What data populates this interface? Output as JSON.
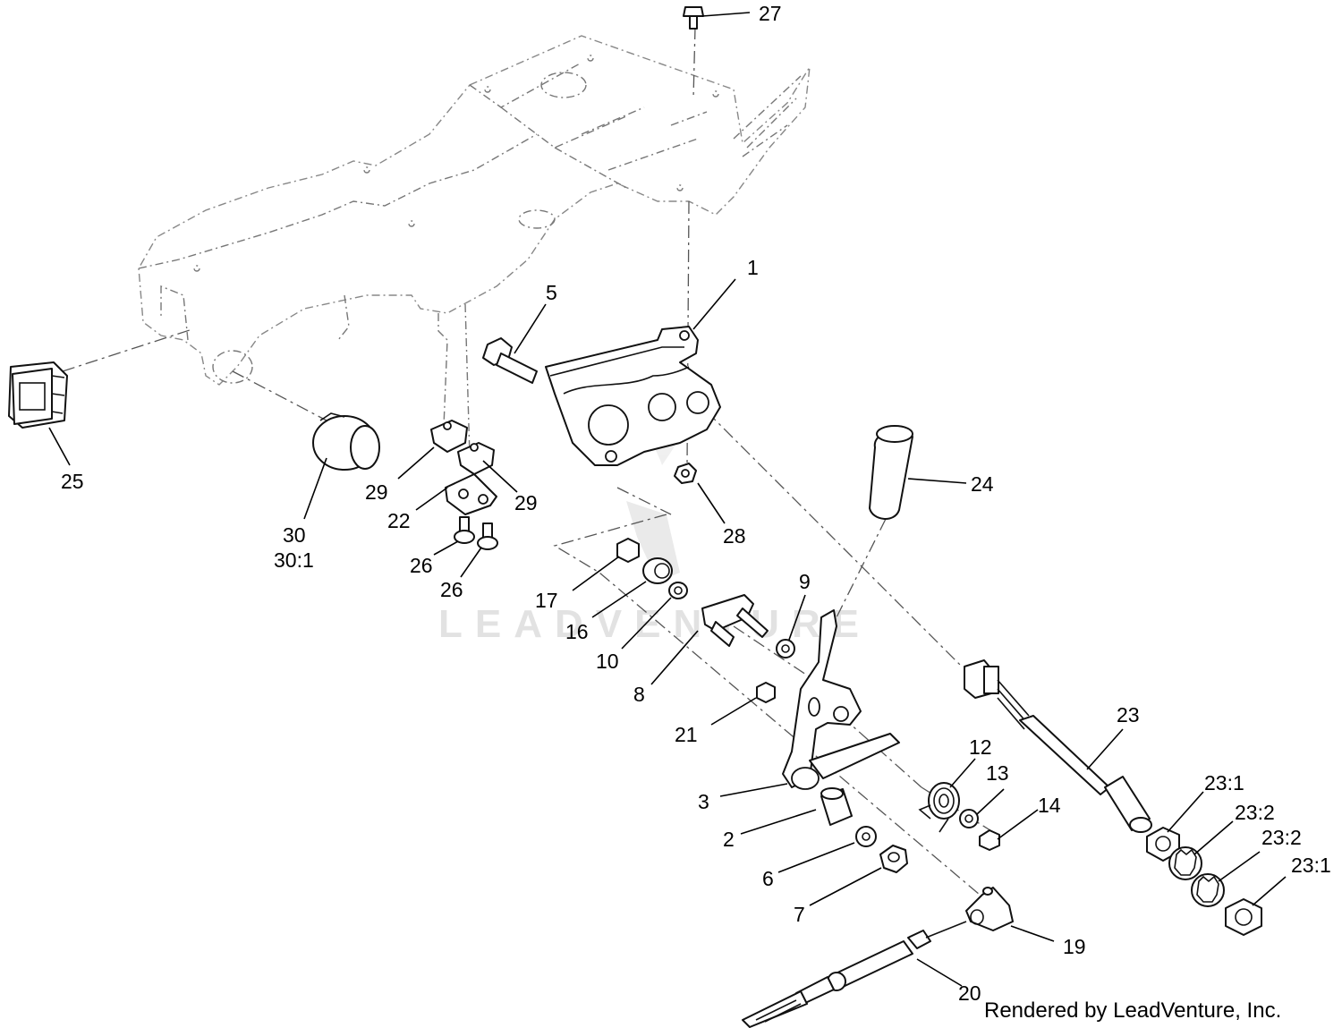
{
  "watermark": "LEADVENTURE",
  "credit": "Rendered by LeadVenture, Inc.",
  "callouts": [
    {
      "id": "c1",
      "text": "1"
    },
    {
      "id": "c2",
      "text": "2"
    },
    {
      "id": "c3",
      "text": "3"
    },
    {
      "id": "c5",
      "text": "5"
    },
    {
      "id": "c6",
      "text": "6"
    },
    {
      "id": "c7",
      "text": "7"
    },
    {
      "id": "c8",
      "text": "8"
    },
    {
      "id": "c9",
      "text": "9"
    },
    {
      "id": "c10",
      "text": "10"
    },
    {
      "id": "c12",
      "text": "12"
    },
    {
      "id": "c13",
      "text": "13"
    },
    {
      "id": "c14",
      "text": "14"
    },
    {
      "id": "c16",
      "text": "16"
    },
    {
      "id": "c17",
      "text": "17"
    },
    {
      "id": "c19",
      "text": "19"
    },
    {
      "id": "c20",
      "text": "20"
    },
    {
      "id": "c21",
      "text": "21"
    },
    {
      "id": "c22",
      "text": "22"
    },
    {
      "id": "c23",
      "text": "23"
    },
    {
      "id": "c23-1a",
      "text": "23:1"
    },
    {
      "id": "c23-2a",
      "text": "23:2"
    },
    {
      "id": "c23-2b",
      "text": "23:2"
    },
    {
      "id": "c23-1b",
      "text": "23:1"
    },
    {
      "id": "c24",
      "text": "24"
    },
    {
      "id": "c25",
      "text": "25"
    },
    {
      "id": "c26a",
      "text": "26"
    },
    {
      "id": "c26b",
      "text": "26"
    },
    {
      "id": "c27",
      "text": "27"
    },
    {
      "id": "c28",
      "text": "28"
    },
    {
      "id": "c29a",
      "text": "29"
    },
    {
      "id": "c29b",
      "text": "29"
    },
    {
      "id": "c30",
      "text": "30"
    },
    {
      "id": "c30-1",
      "text": "30:1"
    }
  ]
}
